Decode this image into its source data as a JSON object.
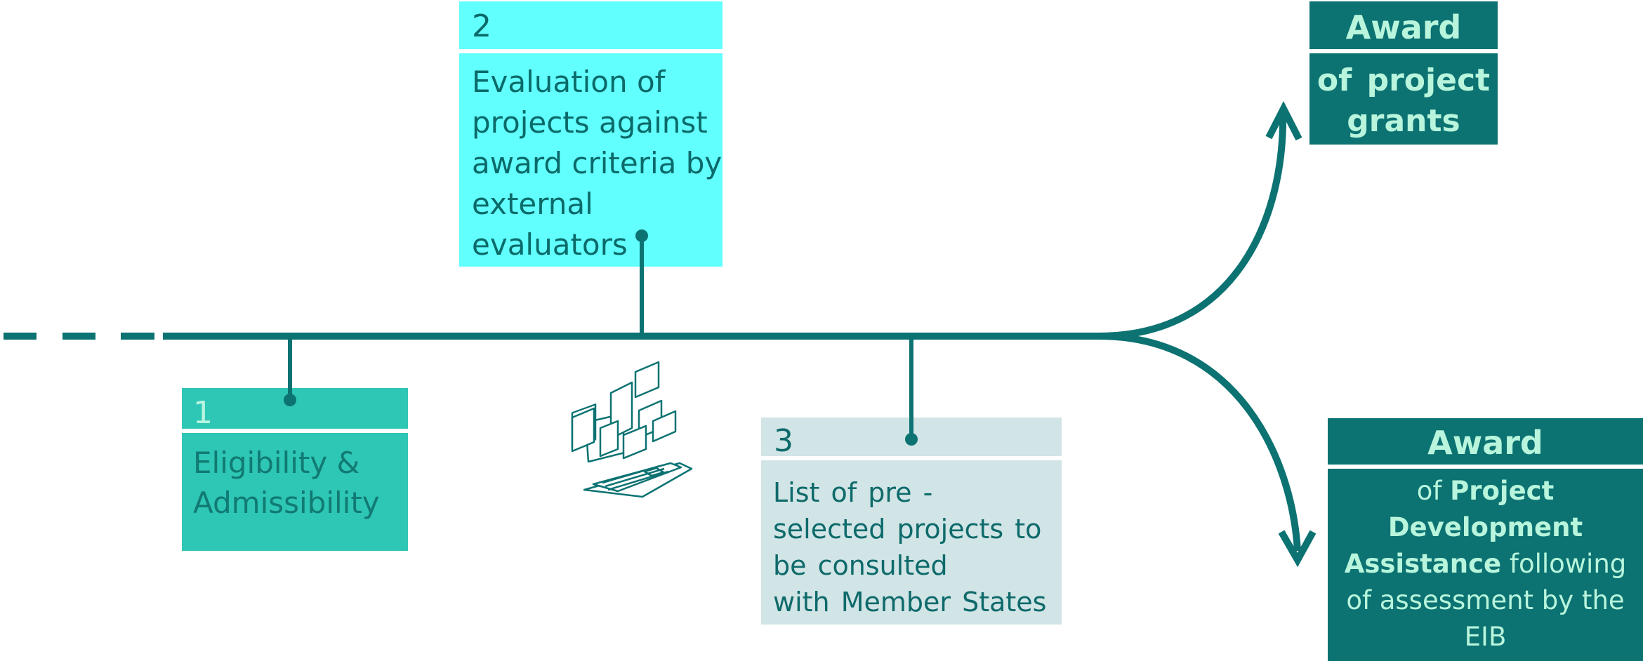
{
  "colors": {
    "timeline": "#0c7272",
    "box1_bg": "#2ec6b5",
    "box2_bg": "#62ffff",
    "box3_bg": "#d1e4e6",
    "award_bg": "#0c7272",
    "award_text": "#b8f5dc"
  },
  "steps": [
    {
      "number": "1",
      "lines": [
        "Eligibility &",
        "Admissibility"
      ]
    },
    {
      "number": "2",
      "lines": [
        "Evaluation of",
        "projects against",
        "award criteria by",
        "external",
        "evaluators"
      ]
    },
    {
      "number": "3",
      "lines": [
        "List of pre -",
        "selected  projects to",
        "be  consulted",
        "with  Member  States"
      ]
    }
  ],
  "award_grants": {
    "title": "Award",
    "lines": [
      "of  project",
      "grants"
    ]
  },
  "award_pda": {
    "title": "Award",
    "line1_prefix": "of ",
    "line1_bold": "Project",
    "line2_bold": "Development",
    "line3_bold": "Assistance",
    "line3_suffix": " following",
    "line4": "of assessment by the",
    "line5": "EIB"
  },
  "illustration": {
    "icon": "laptop-windows-icon"
  }
}
